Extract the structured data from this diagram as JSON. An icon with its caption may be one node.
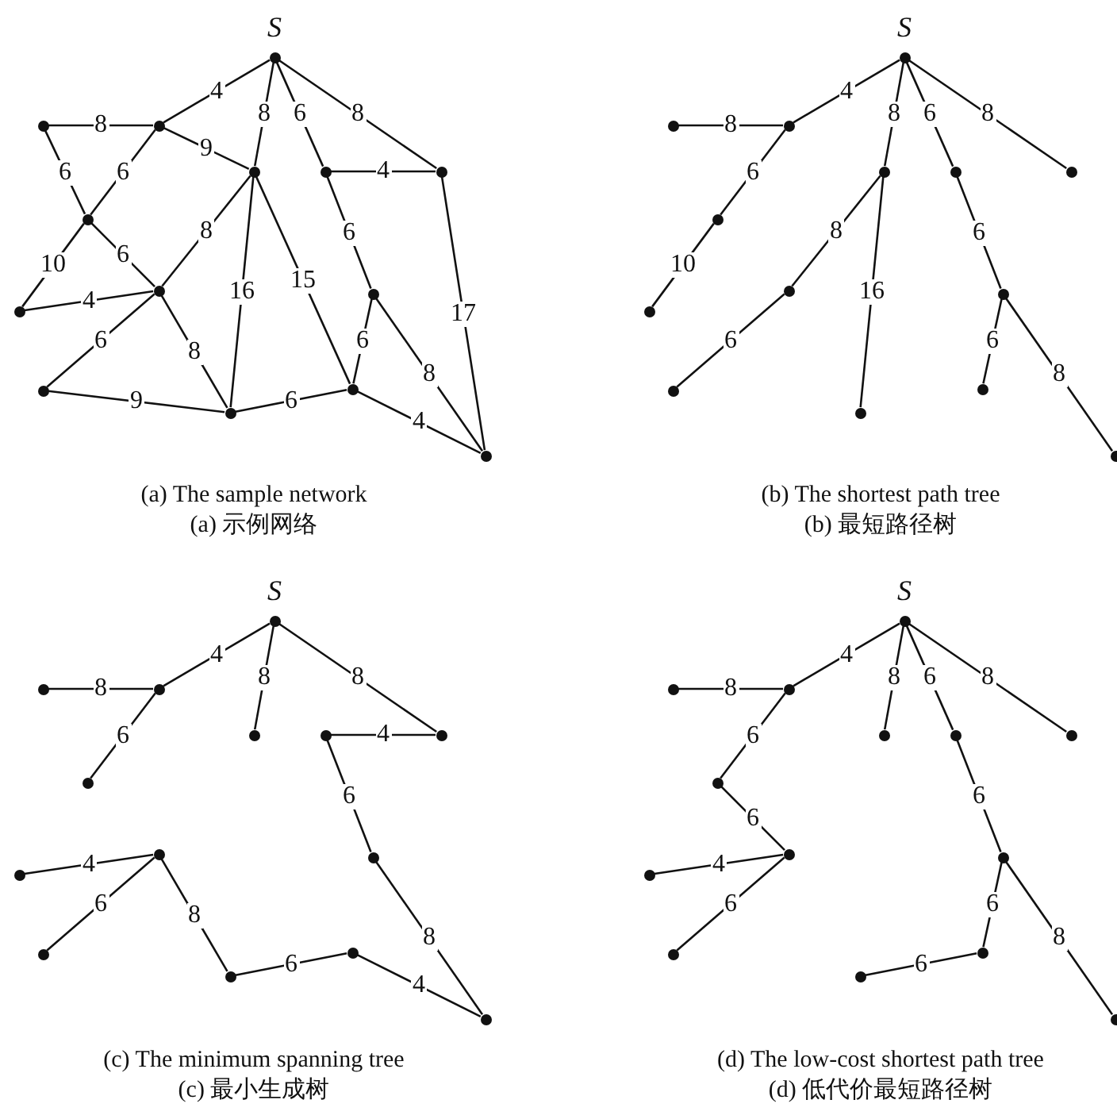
{
  "diagram": {
    "nodes": [
      {
        "text": [],
        "shape": "circle",
        "beside": [
          "S"
        ]
      },
      {
        "text": [],
        "shape": "circle"
      },
      {
        "text": [],
        "shape": "circle"
      },
      {
        "text": [],
        "shape": "circle"
      },
      {
        "text": [],
        "shape": "circle"
      },
      {
        "text": [],
        "shape": "circle"
      },
      {
        "text": [],
        "shape": "circle"
      },
      {
        "text": [],
        "shape": "circle"
      },
      {
        "text": [],
        "shape": "circle"
      },
      {
        "text": [],
        "shape": "circle"
      },
      {
        "text": [],
        "shape": "circle"
      },
      {
        "text": [],
        "shape": "circle"
      },
      {
        "text": [],
        "shape": "circle"
      },
      {
        "text": [],
        "shape": "circle"
      },
      {
        "text": [],
        "shape": "circle",
        "beside": [
          "S"
        ]
      },
      {
        "text": [],
        "shape": "circle"
      },
      {
        "text": [],
        "shape": "circle"
      },
      {
        "text": [],
        "shape": "circle"
      },
      {
        "text": [],
        "shape": "circle"
      },
      {
        "text": [],
        "shape": "circle"
      },
      {
        "text": [],
        "shape": "circle"
      },
      {
        "text": [],
        "shape": "circle"
      },
      {
        "text": [],
        "shape": "circle"
      },
      {
        "text": [],
        "shape": "circle"
      },
      {
        "text": [],
        "shape": "circle"
      },
      {
        "text": [],
        "shape": "circle"
      },
      {
        "text": [],
        "shape": "circle"
      },
      {
        "text": [],
        "shape": "circle"
      },
      {
        "text": [],
        "shape": "circle",
        "beside": [
          "S"
        ]
      },
      {
        "text": [],
        "shape": "circle"
      },
      {
        "text": [],
        "shape": "circle"
      },
      {
        "text": [],
        "shape": "circle"
      },
      {
        "text": [],
        "shape": "circle"
      },
      {
        "text": [],
        "shape": "circle"
      },
      {
        "text": [],
        "shape": "circle"
      },
      {
        "text": [],
        "shape": "circle"
      },
      {
        "text": [],
        "shape": "circle"
      },
      {
        "text": [],
        "shape": "circle"
      },
      {
        "text": [],
        "shape": "circle"
      },
      {
        "text": [],
        "shape": "circle"
      },
      {
        "text": [],
        "shape": "circle"
      },
      {
        "text": [],
        "shape": "circle"
      },
      {
        "text": [],
        "shape": "circle",
        "beside": [
          "S"
        ]
      },
      {
        "text": [],
        "shape": "circle"
      },
      {
        "text": [],
        "shape": "circle"
      },
      {
        "text": [],
        "shape": "circle"
      },
      {
        "text": [],
        "shape": "circle"
      },
      {
        "text": [],
        "shape": "circle"
      },
      {
        "text": [],
        "shape": "circle"
      },
      {
        "text": [],
        "shape": "circle"
      },
      {
        "text": [],
        "shape": "circle"
      },
      {
        "text": [],
        "shape": "circle"
      },
      {
        "text": [],
        "shape": "circle"
      },
      {
        "text": [],
        "shape": "circle"
      },
      {
        "text": [],
        "shape": "circle"
      },
      {
        "text": [],
        "shape": "circle"
      }
    ],
    "edges": [
      {
        "from": 0,
        "to": 1,
        "arrow": "none",
        "label": "4"
      },
      {
        "from": 0,
        "to": 3,
        "arrow": "none",
        "label": "8"
      },
      {
        "from": 0,
        "to": 4,
        "arrow": "none",
        "label": "6"
      },
      {
        "from": 0,
        "to": 5,
        "arrow": "none",
        "label": "8"
      },
      {
        "from": 2,
        "to": 1,
        "arrow": "none",
        "label": "8"
      },
      {
        "from": 2,
        "to": 6,
        "arrow": "none",
        "label": "6"
      },
      {
        "from": 1,
        "to": 6,
        "arrow": "none",
        "label": "6"
      },
      {
        "from": 1,
        "to": 3,
        "arrow": "none",
        "label": "9"
      },
      {
        "from": 4,
        "to": 5,
        "arrow": "none",
        "label": "4"
      },
      {
        "from": 6,
        "to": 8,
        "arrow": "none",
        "label": "10"
      },
      {
        "from": 6,
        "to": 7,
        "arrow": "none",
        "label": "6"
      },
      {
        "from": 3,
        "to": 7,
        "arrow": "none",
        "label": "8"
      },
      {
        "from": 3,
        "to": 11,
        "arrow": "none",
        "label": "16"
      },
      {
        "from": 3,
        "to": 12,
        "arrow": "none",
        "label": "15"
      },
      {
        "from": 4,
        "to": 9,
        "arrow": "none",
        "label": "6"
      },
      {
        "from": 5,
        "to": 13,
        "arrow": "none",
        "label": "17"
      },
      {
        "from": 7,
        "to": 8,
        "arrow": "none",
        "label": "4"
      },
      {
        "from": 7,
        "to": 10,
        "arrow": "none",
        "label": "6"
      },
      {
        "from": 7,
        "to": 11,
        "arrow": "none",
        "label": "8"
      },
      {
        "from": 10,
        "to": 11,
        "arrow": "none",
        "label": "9"
      },
      {
        "from": 11,
        "to": 12,
        "arrow": "none",
        "label": "6"
      },
      {
        "from": 9,
        "to": 12,
        "arrow": "none",
        "label": "6"
      },
      {
        "from": 9,
        "to": 13,
        "arrow": "none",
        "label": "8"
      },
      {
        "from": 12,
        "to": 13,
        "arrow": "none",
        "label": "4"
      },
      {
        "from": 14,
        "to": 15,
        "arrow": "none",
        "label": "4"
      },
      {
        "from": 14,
        "to": 17,
        "arrow": "none",
        "label": "8"
      },
      {
        "from": 14,
        "to": 18,
        "arrow": "none",
        "label": "6"
      },
      {
        "from": 14,
        "to": 19,
        "arrow": "none",
        "label": "8"
      },
      {
        "from": 16,
        "to": 15,
        "arrow": "none",
        "label": "8"
      },
      {
        "from": 15,
        "to": 20,
        "arrow": "none",
        "label": "6"
      },
      {
        "from": 20,
        "to": 22,
        "arrow": "none",
        "label": "10"
      },
      {
        "from": 17,
        "to": 21,
        "arrow": "none",
        "label": "8"
      },
      {
        "from": 21,
        "to": 24,
        "arrow": "none",
        "label": "6"
      },
      {
        "from": 17,
        "to": 25,
        "arrow": "none",
        "label": "16"
      },
      {
        "from": 18,
        "to": 23,
        "arrow": "none",
        "label": "6"
      },
      {
        "from": 23,
        "to": 26,
        "arrow": "none",
        "label": "6"
      },
      {
        "from": 23,
        "to": 27,
        "arrow": "none",
        "label": "8"
      },
      {
        "from": 28,
        "to": 29,
        "arrow": "none",
        "label": "4"
      },
      {
        "from": 28,
        "to": 31,
        "arrow": "none",
        "label": "8"
      },
      {
        "from": 28,
        "to": 33,
        "arrow": "none",
        "label": "8"
      },
      {
        "from": 30,
        "to": 29,
        "arrow": "none",
        "label": "8"
      },
      {
        "from": 29,
        "to": 34,
        "arrow": "none",
        "label": "6"
      },
      {
        "from": 33,
        "to": 32,
        "arrow": "none",
        "label": "4"
      },
      {
        "from": 32,
        "to": 37,
        "arrow": "none",
        "label": "6"
      },
      {
        "from": 37,
        "to": 41,
        "arrow": "none",
        "label": "8"
      },
      {
        "from": 41,
        "to": 40,
        "arrow": "none",
        "label": "4"
      },
      {
        "from": 40,
        "to": 39,
        "arrow": "none",
        "label": "6"
      },
      {
        "from": 39,
        "to": 35,
        "arrow": "none",
        "label": "8"
      },
      {
        "from": 35,
        "to": 36,
        "arrow": "none",
        "label": "4"
      },
      {
        "from": 35,
        "to": 38,
        "arrow": "none",
        "label": "6"
      },
      {
        "from": 42,
        "to": 43,
        "arrow": "none",
        "label": "4"
      },
      {
        "from": 42,
        "to": 45,
        "arrow": "none",
        "label": "8"
      },
      {
        "from": 42,
        "to": 46,
        "arrow": "none",
        "label": "6"
      },
      {
        "from": 42,
        "to": 47,
        "arrow": "none",
        "label": "8"
      },
      {
        "from": 44,
        "to": 43,
        "arrow": "none",
        "label": "8"
      },
      {
        "from": 43,
        "to": 48,
        "arrow": "none",
        "label": "6"
      },
      {
        "from": 48,
        "to": 49,
        "arrow": "none",
        "label": "6"
      },
      {
        "from": 49,
        "to": 50,
        "arrow": "none",
        "label": "4"
      },
      {
        "from": 49,
        "to": 52,
        "arrow": "none",
        "label": "6"
      },
      {
        "from": 46,
        "to": 51,
        "arrow": "none",
        "label": "6"
      },
      {
        "from": 51,
        "to": 54,
        "arrow": "none",
        "label": "6"
      },
      {
        "from": 54,
        "to": 53,
        "arrow": "none",
        "label": "6"
      },
      {
        "from": 51,
        "to": 55,
        "arrow": "none",
        "label": "8"
      }
    ],
    "labels": [
      "(a) The sample network",
      "(a) 示例网络",
      "(b) The shortest path tree",
      "(b) 最短路径树",
      "(c) The minimum spanning tree",
      "(c) 最小生成树",
      "(d) The low-cost shortest path tree",
      "(d) 低代价最短路径树"
    ]
  }
}
